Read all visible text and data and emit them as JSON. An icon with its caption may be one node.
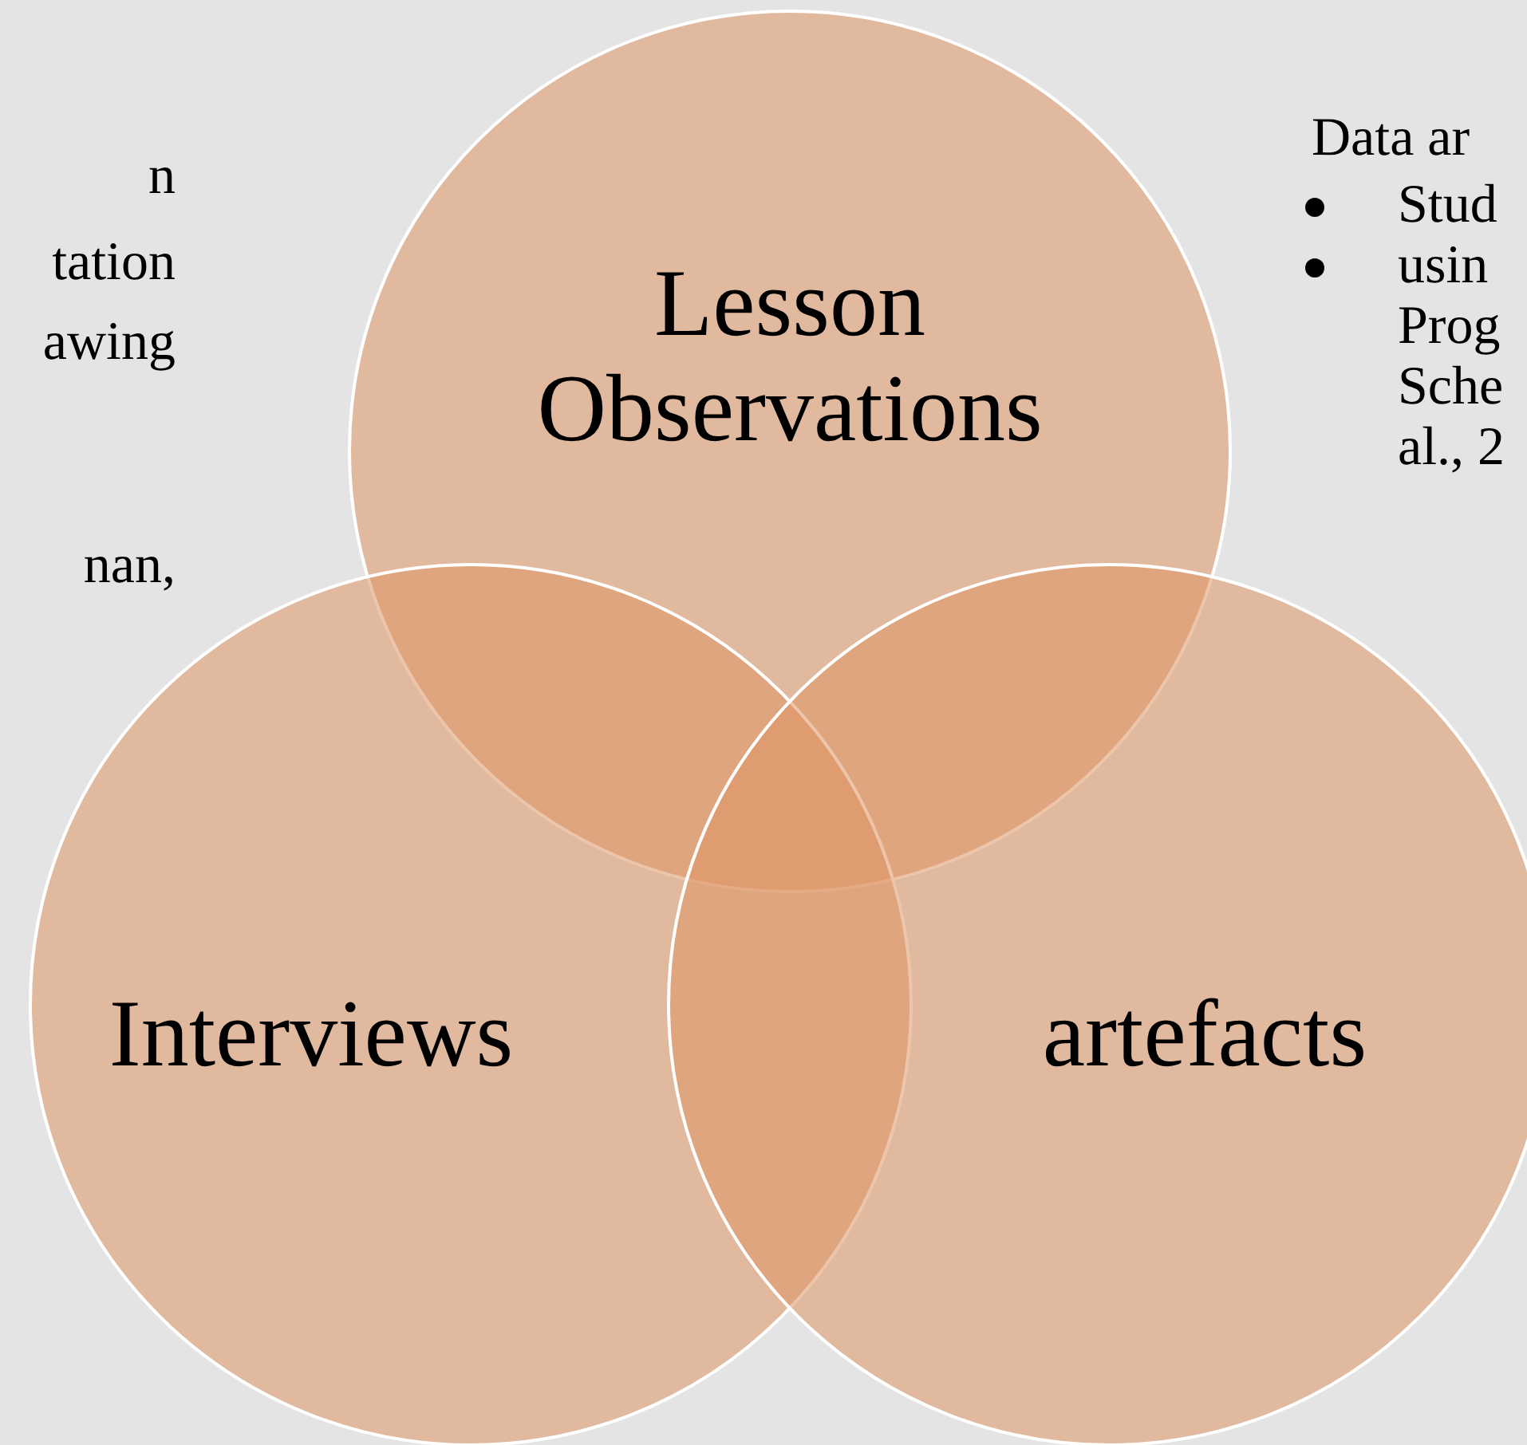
{
  "diagram": {
    "nodes": [
      {
        "text": [
          "Lesson Observations"
        ]
      },
      {
        "text": [
          "Interviews"
        ]
      },
      {
        "text": [
          "artefacts"
        ]
      }
    ],
    "labels": [
      "n",
      "tation",
      "awing",
      "nan,",
      "Data ar",
      "Stud",
      "usin Prog Sche al., 2"
    ]
  }
}
